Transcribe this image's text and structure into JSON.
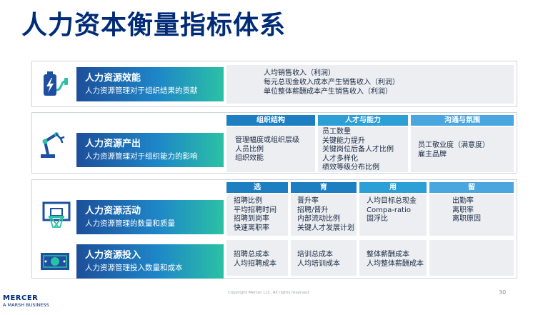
{
  "title": "人力资本衡量指标体系",
  "rows": {
    "efficiency": {
      "title": "人力资源效能",
      "subtitle": "人力资源管理对于组织结果的贡献",
      "items": [
        "人均销售收入（利润）",
        "每元总现金收入成本产生销售收入（利润）",
        "单位整体薪酬成本产生销售收入（利润）"
      ]
    },
    "output": {
      "title": "人力资源产出",
      "subtitle": "人力资源管理对于组织能力的影响",
      "headers": [
        "组织结构",
        "人才与能力",
        "沟通与氛围"
      ],
      "col1": [
        "管理幅度或组织层级",
        "人员比例",
        "组织效能"
      ],
      "col2": [
        "员工数量",
        "关键能力提升",
        "关键岗位后备人才比例",
        "人才多样化",
        "绩效等级分布比例"
      ],
      "col3": [
        "员工敬业度（满意度）",
        "雇主品牌"
      ]
    },
    "activity": {
      "title": "人力资源活动",
      "subtitle": "人力资源管理的数量和质量",
      "headers": [
        "选",
        "育",
        "用",
        "留"
      ],
      "col1": [
        "招聘比例",
        "平均招聘时间",
        "招聘到岗率",
        "快速离职率"
      ],
      "col2": [
        "晋升率",
        "招聘/晋升",
        "内部流动比例",
        "关键人才发展计划"
      ],
      "col3": [
        "人均目标总现金",
        "Compa-ratio",
        "固浮比"
      ],
      "col4": [
        "出勤率",
        "离职率",
        "离职原因"
      ]
    },
    "input": {
      "title": "人力资源投入",
      "subtitle": "人力资源管理投入数量和成本",
      "col1": [
        "招聘总成本",
        "人均招聘成本"
      ],
      "col2": [
        "培训总成本",
        "人均培训成本"
      ],
      "col3": [
        "整体薪酬成本",
        "人均整体薪酬成本"
      ],
      "col4": []
    }
  },
  "footer": {
    "logo_line1": "MERCER",
    "logo_line2": "A MARSH BUSINESS",
    "copyright": "Copyright Mercer LLC. All rights reserved.",
    "page": "30"
  },
  "icons": [
    "plug-battery-icon",
    "robot-arm-icon",
    "basketball-hoop-icon",
    "money-bill-icon"
  ],
  "colors": {
    "title": "#002c77",
    "band_start": "#1d4f9a",
    "band_end": "#2bc1a4",
    "header": "#1d7fc2",
    "icon": "#1e4fa0",
    "icon_accent": "#2bc1a4"
  }
}
